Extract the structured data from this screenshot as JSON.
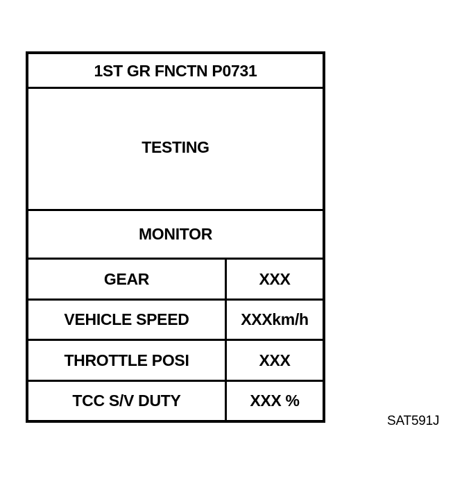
{
  "screen": {
    "title": "1ST GR FNCTN P0731",
    "status": "TESTING",
    "monitor_label": "MONITOR",
    "rows": [
      {
        "label": "GEAR",
        "value": "XXX"
      },
      {
        "label": "VEHICLE SPEED",
        "value": "XXXkm/h"
      },
      {
        "label": "THROTTLE POSI",
        "value": "XXX"
      },
      {
        "label": "TCC S/V DUTY",
        "value": "XXX %"
      }
    ]
  },
  "figure_code": "SAT591J"
}
